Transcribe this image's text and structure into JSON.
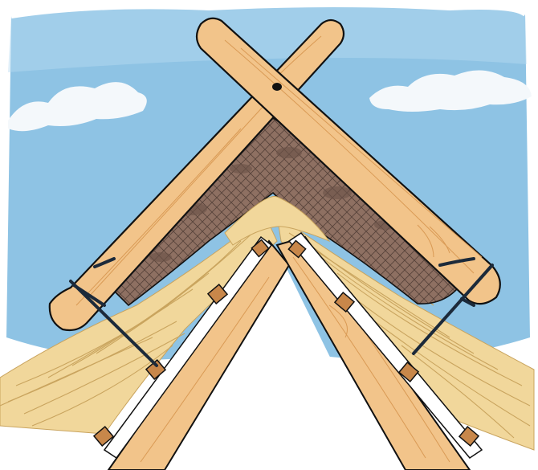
{
  "illustration": {
    "colors": {
      "sky": "#8ec3e4",
      "sky_light": "#b9dcf1",
      "cloud": "#f4f8fb",
      "wood": "#f2c48a",
      "wood_dark": "#d99a55",
      "thatch": "#f1d79b",
      "thatch_stroke": "#c9a45e",
      "turf": "#8e7062",
      "turf_dark": "#6b5247",
      "outline": "#111111",
      "rope": "#1c2a3a",
      "peg": "#c8874a",
      "batten": "#ffffff"
    },
    "icons": [
      "crossed-ridge-poles",
      "turf-ridge-cap",
      "thatch-bundles",
      "rafter-beams",
      "roof-battens",
      "binding-ropes",
      "wooden-pegs",
      "clouds"
    ]
  }
}
